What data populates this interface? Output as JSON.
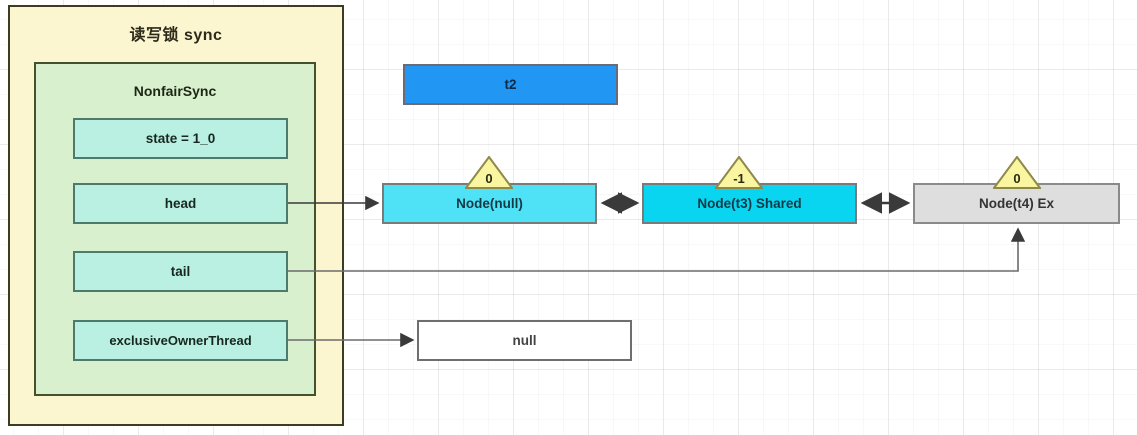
{
  "diagram": {
    "title": "读写锁 sync",
    "sync": {
      "label": "读写锁 sync",
      "inner": {
        "label": "NonfairSync",
        "fields": [
          {
            "name": "state",
            "text": "state = 1_0"
          },
          {
            "name": "head",
            "text": "head"
          },
          {
            "name": "tail",
            "text": "tail"
          },
          {
            "name": "exclusiveOwnerThread",
            "text": "exclusiveOwnerThread"
          }
        ]
      }
    },
    "thread_box": {
      "text": "t2"
    },
    "owner_value_box": {
      "text": "null"
    },
    "queue": {
      "nodes": [
        {
          "id": "node-null",
          "text": "Node(null)",
          "waitStatus": "0",
          "color": "#4fe2f7"
        },
        {
          "id": "node-t3",
          "text": "Node(t3) Shared",
          "waitStatus": "-1",
          "color": "#0ad5f0"
        },
        {
          "id": "node-t4",
          "text": "Node(t4) Ex",
          "waitStatus": "0",
          "color": "#dedede"
        }
      ]
    },
    "colors": {
      "outer_fill": "#fcf6d0",
      "inner_fill": "#d9f0cf",
      "field_fill": "#baf0e2",
      "triangle_fill": "#faf5a0",
      "thread_fill": "#2196f3",
      "node_shared_fill": "#0ad5f0",
      "node_exclusive_fill": "#dedede"
    }
  }
}
